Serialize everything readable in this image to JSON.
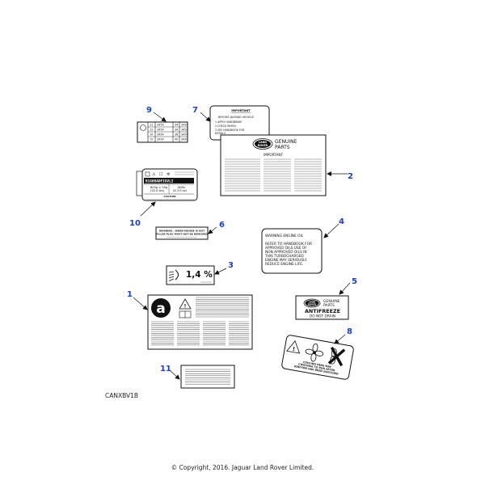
{
  "reference_code": "CANXBV1B",
  "copyright": "© Copyright, 2016. Jaguar Land Rover Limited.",
  "callouts": [
    "1",
    "2",
    "3",
    "4",
    "5",
    "6",
    "7",
    "8",
    "9",
    "10",
    "11"
  ],
  "labels": {
    "jacking": {
      "title": "IMPORTANT",
      "subtitle": "BEFORE JACKING VEHICLE",
      "steps": [
        "1  APPLY HANDBRAKE",
        "2  CHECK WHEEL",
        "3  SEE HANDBOOK FOR",
        "    DETAILS"
      ]
    },
    "genuine_parts": {
      "brand": [
        "LAND",
        "ROVER"
      ],
      "heading": [
        "GENUINE",
        "PARTS"
      ],
      "subheading": "IMPORTANT"
    },
    "tyre_table": {
      "rows": [
        [
          "11",
          "3454",
          "34",
          "3454"
        ],
        [
          "12",
          "3454",
          "34",
          "3454"
        ],
        [
          "14",
          "3454",
          "38",
          "3454"
        ],
        [
          "15",
          "3454",
          "40",
          "3454"
        ]
      ]
    },
    "emissions": {
      "code": "B1G0BADFIGVLI",
      "left_value": [
        "800g ± 50g",
        "(32.0 lbs)"
      ],
      "right_value": [
        "180hl",
        "(6.3 fl oz)"
      ],
      "caution": "CAUTION"
    },
    "oil_filler": {
      "lines": [
        "WARNING : WHEN ENGINE IS HOT",
        "FILLER PLUG MUST NOT BE REMOVED"
      ]
    },
    "engine_oil": {
      "heading": "WARNING    ENGINE    OIL",
      "lines": [
        "REFER TO HANDBOOK FOR",
        "APPROVED OILS.USE OF",
        "NON APPROVED OILS IN",
        "THIS TURBOCHARGED",
        "ENGINE MAY SERIOUSLY",
        "REDUCE ENGINE LIFE."
      ]
    },
    "headlamp": {
      "value": "1,4 %"
    },
    "airbag": {
      "letter": "a"
    },
    "antifreeze": {
      "brand": [
        "LAND",
        "ROVER"
      ],
      "heading": [
        "GENUINE",
        "PARTS"
      ],
      "title": "ANTIFREEZE",
      "subtitle": "DO NOT DRAIN"
    },
    "cooling_fan": {
      "lines": [
        "COOLING FANS MAY",
        "CONTINUE TO RUN AFTER",
        "IGNITION HAS BEEN SWITCHED"
      ]
    }
  }
}
